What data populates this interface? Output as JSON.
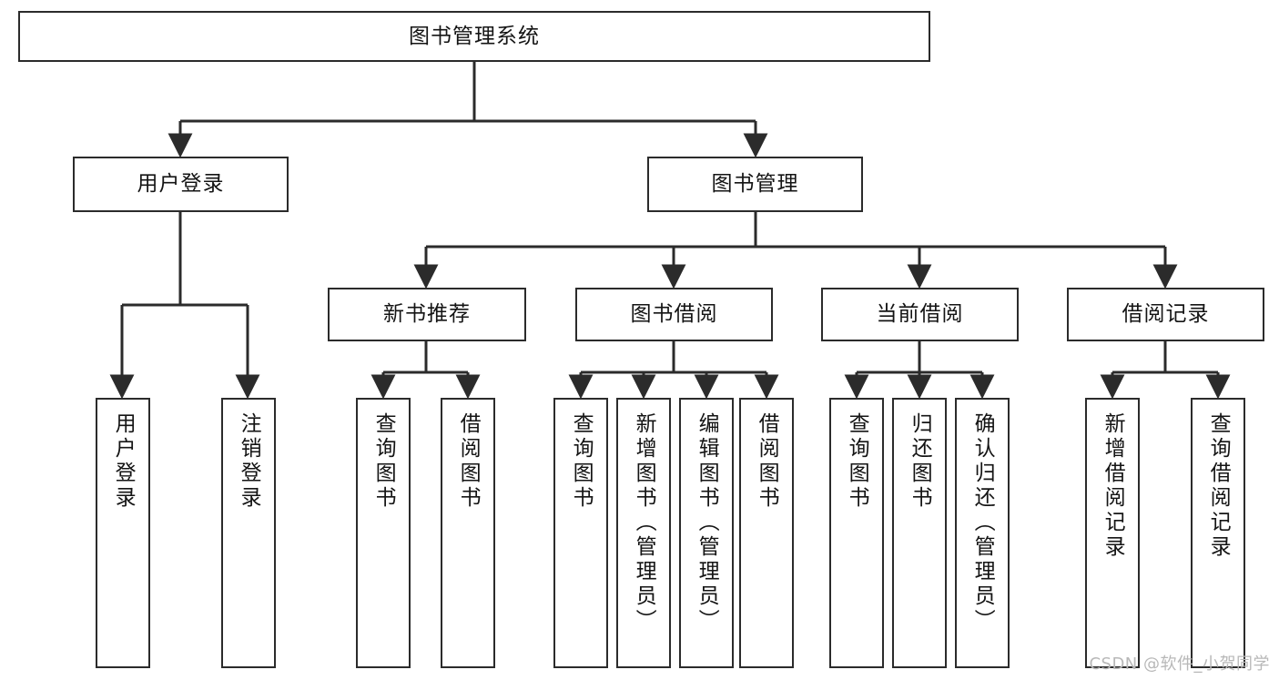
{
  "diagram": {
    "title": "图书管理系统",
    "watermark": "CSDN @软件_小贺同学",
    "stroke_color": "#2b2b2b",
    "fill_color": "#ffffff",
    "text_color": "#141414",
    "watermark_color": "#b8b8b8"
  },
  "nodes": {
    "root": {
      "label": "图书管理系统"
    },
    "level2": [
      {
        "label": "用户登录"
      },
      {
        "label": "图书管理"
      }
    ],
    "level3": [
      {
        "label": "新书推荐"
      },
      {
        "label": "图书借阅"
      },
      {
        "label": "当前借阅"
      },
      {
        "label": "借阅记录"
      }
    ],
    "leaves": {
      "user_login": [
        {
          "label": "用户登录"
        },
        {
          "label": "注销登录"
        }
      ],
      "new_book": [
        {
          "label": "查询图书"
        },
        {
          "label": "借阅图书"
        }
      ],
      "book_borrow": [
        {
          "label": "查询图书"
        },
        {
          "label": "新增图书（管理员）"
        },
        {
          "label": "编辑图书（管理员）"
        },
        {
          "label": "借阅图书"
        }
      ],
      "current_borrow": [
        {
          "label": "查询图书"
        },
        {
          "label": "归还图书"
        },
        {
          "label": "确认归还（管理员）"
        }
      ],
      "borrow_record": [
        {
          "label": "新增借阅记录"
        },
        {
          "label": "查询借阅记录"
        }
      ]
    }
  }
}
